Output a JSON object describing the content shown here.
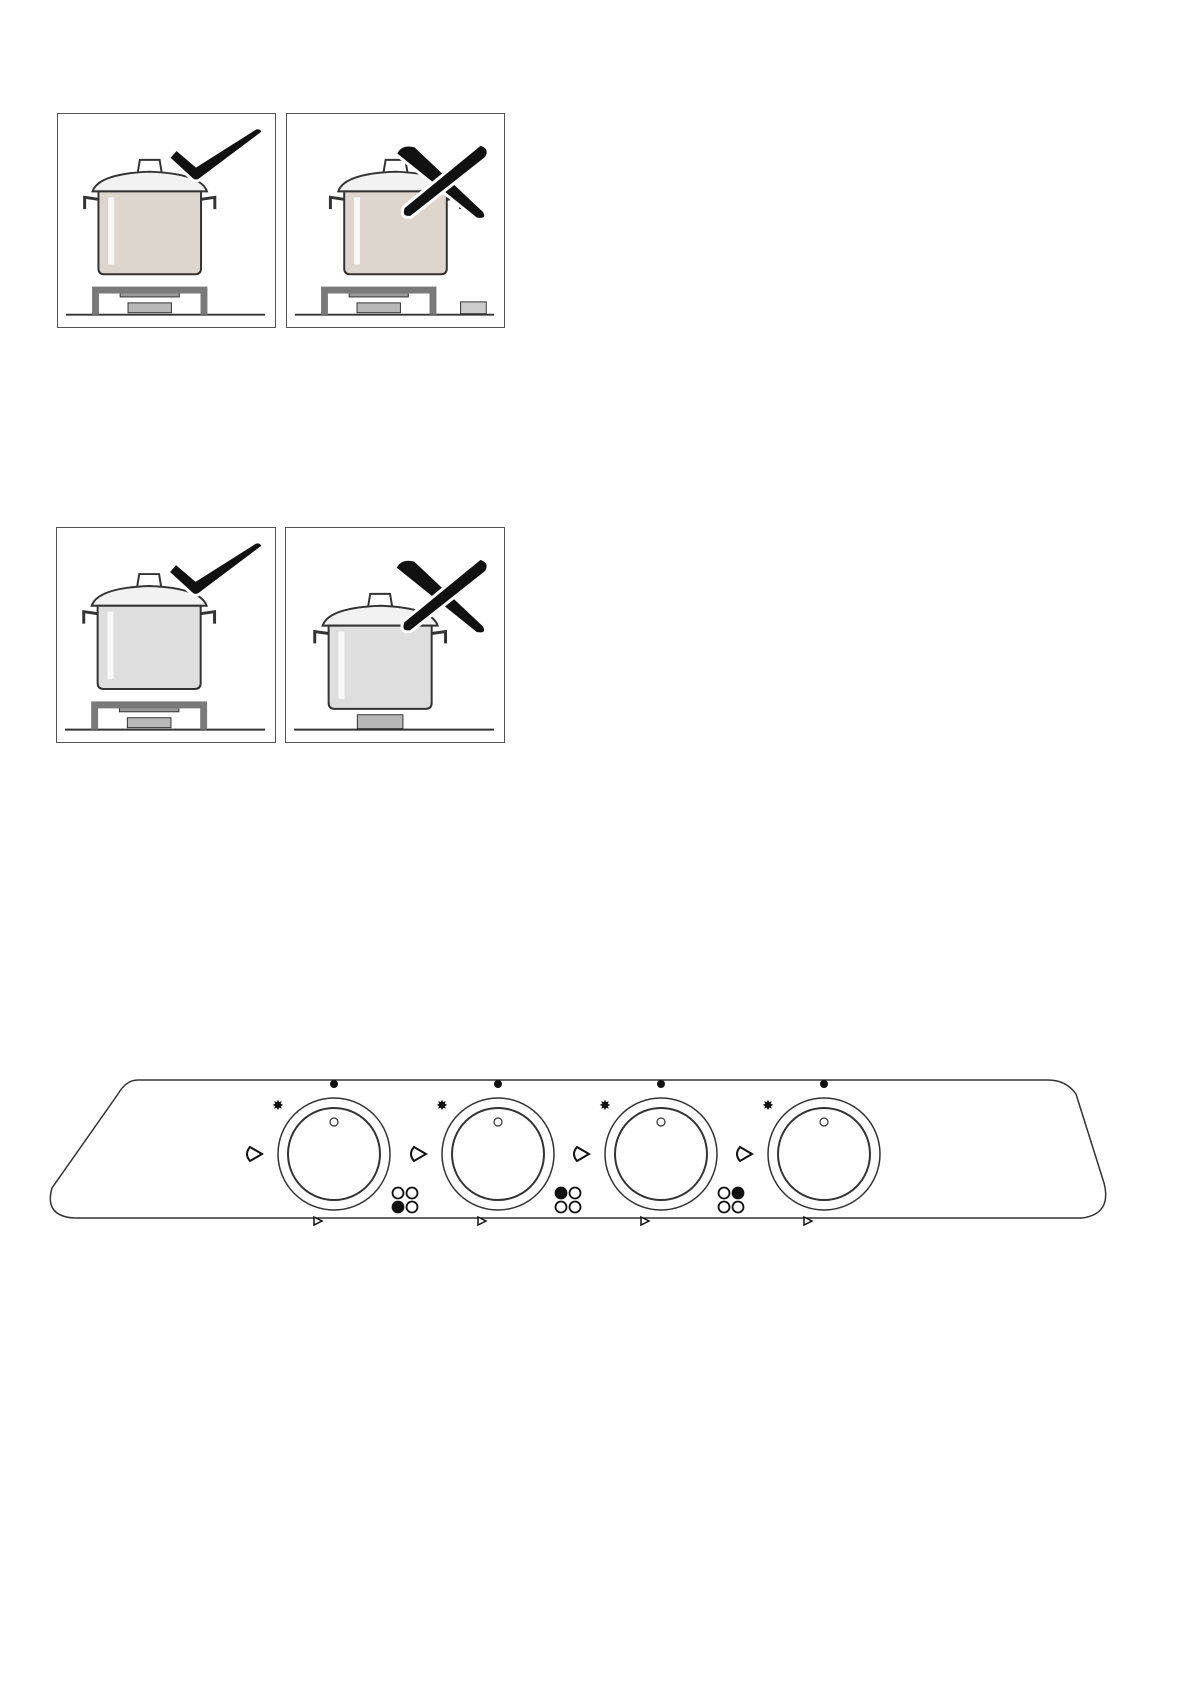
{
  "illustrations": [
    {
      "id": "row1-correct",
      "verdict": "correct",
      "mark": "check-mark-icon",
      "scene": "pot-centered-on-burner",
      "body_color": "#ddd6cf"
    },
    {
      "id": "row1-incorrect",
      "verdict": "incorrect",
      "mark": "cross-mark-icon",
      "scene": "pot-off-center-on-burner",
      "body_color": "#ddd6cf"
    },
    {
      "id": "row2-correct",
      "verdict": "correct",
      "mark": "check-mark-icon",
      "scene": "pot-on-trivet-over-burner",
      "body_color": "#dedede"
    },
    {
      "id": "row2-incorrect",
      "verdict": "incorrect",
      "mark": "cross-mark-icon",
      "scene": "pot-directly-on-burner-no-trivet",
      "body_color": "#dedede"
    }
  ],
  "control_panel": {
    "knobs": [
      {
        "burner_indicator": "none"
      },
      {
        "burner_indicator": "bottom-left"
      },
      {
        "burner_indicator": "top-left"
      },
      {
        "burner_indicator": "top-right"
      }
    ],
    "knob_symbols": [
      "off-dot-icon",
      "ignition-spark-icon",
      "large-flame-icon",
      "small-flame-icon"
    ]
  },
  "colors": {
    "outline": "#333333",
    "stand": "#7a7a7a",
    "mark": "#111111",
    "lid": "#f2f2f2"
  }
}
